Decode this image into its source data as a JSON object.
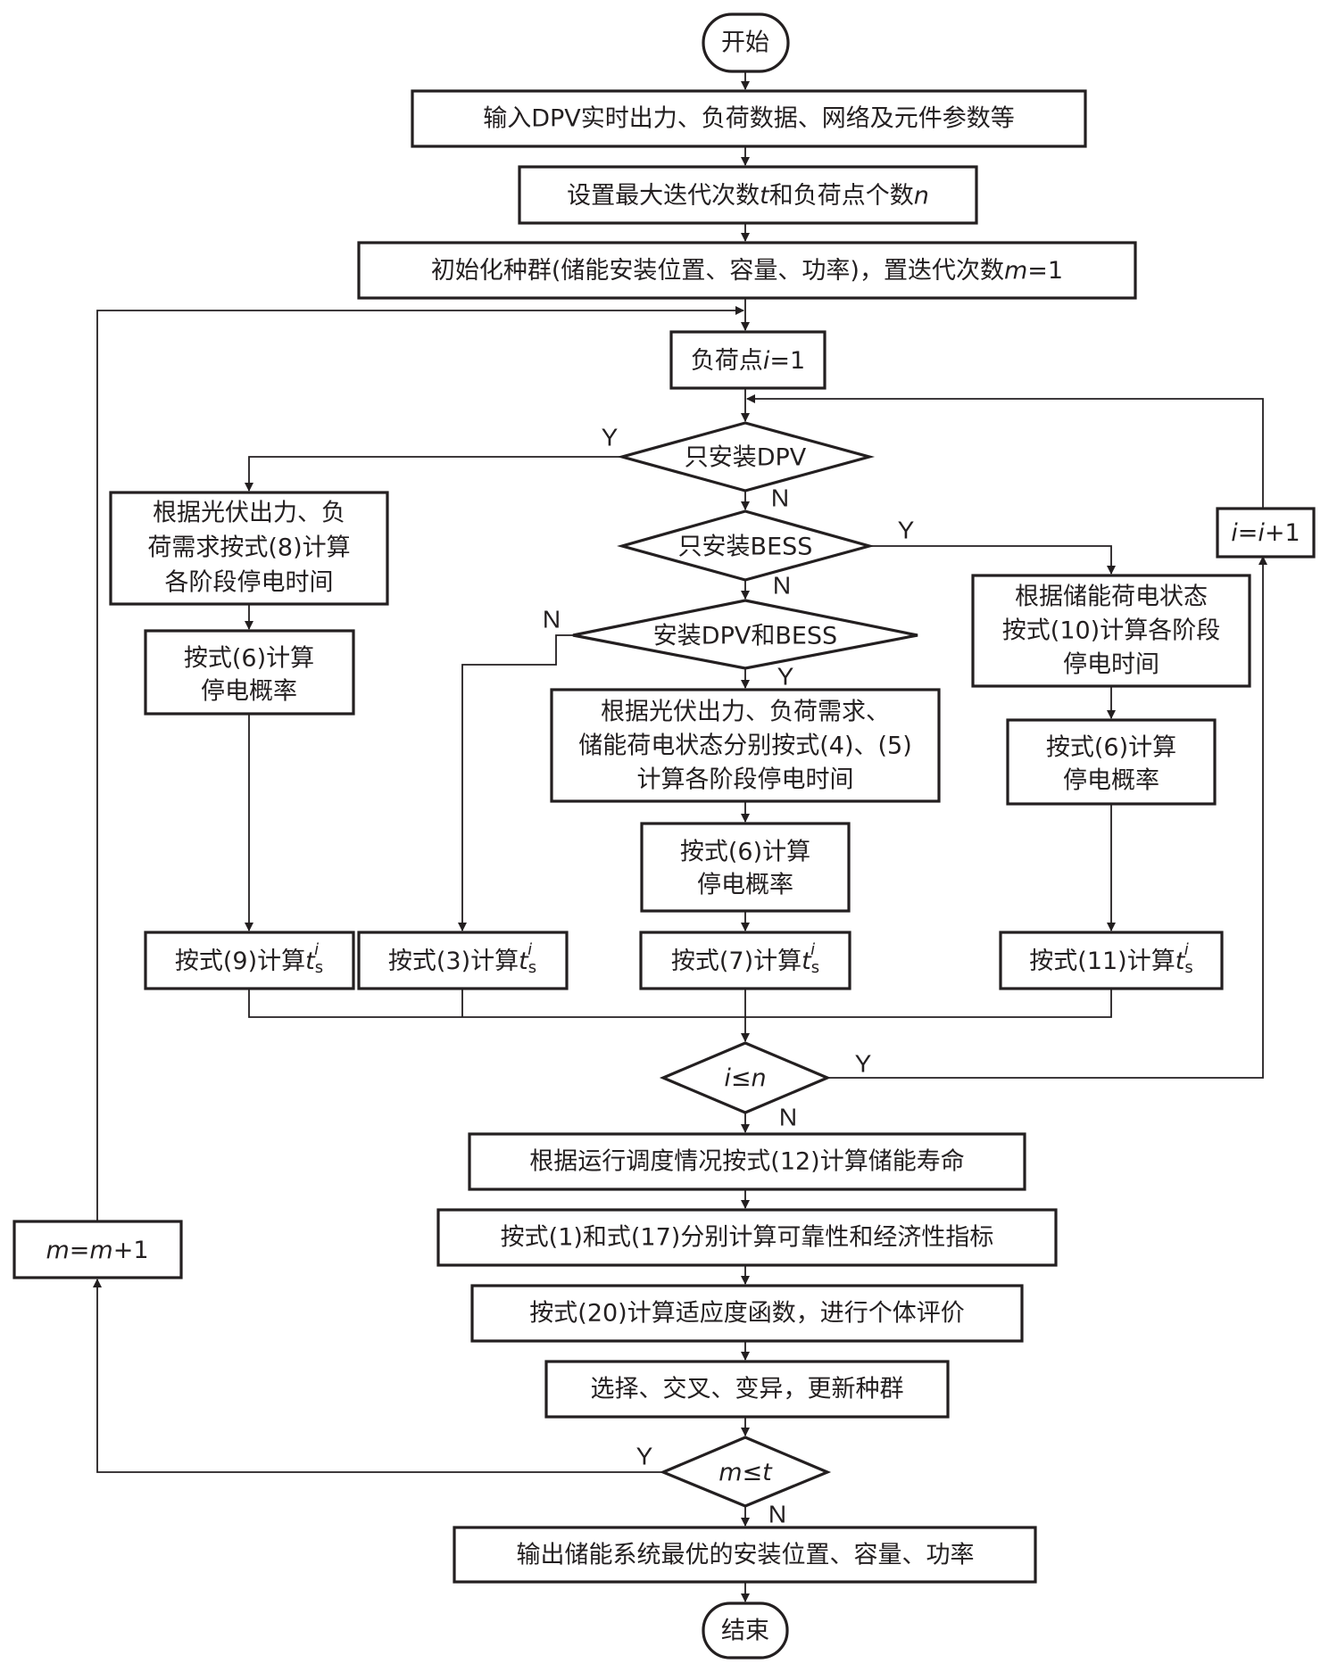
{
  "flowchart": {
    "start": "开始",
    "end": "结束",
    "input": {
      "text": "输入DPV实时出力、负荷数据、网络及元件参数等"
    },
    "set_params": {
      "pre": "设置最大迭代次数",
      "v1": "t",
      "mid": "和负荷点个数",
      "v2": "n"
    },
    "init_pop": {
      "pre": "初始化种群(储能安装位置、容量、功率)，置迭代次数",
      "var": "m",
      "post": "=1"
    },
    "load_point": {
      "pre": "负荷点",
      "var": "i",
      "post": "=1"
    },
    "increment_i": {
      "v1": "i",
      "eq": "=",
      "v2": "i",
      "post": "+1"
    },
    "increment_m": {
      "v1": "m",
      "eq": "=",
      "v2": "m",
      "post": "+1"
    },
    "decision_dpv_only": "只安装DPV",
    "decision_bess_only": "只安装BESS",
    "decision_both": "安装DPV和BESS",
    "decision_i": {
      "v1": "i",
      "op": "≤",
      "v2": "n"
    },
    "decision_m": {
      "v1": "m",
      "op": "≤",
      "v2": "t"
    },
    "pv_branch": {
      "outage_time": [
        "根据光伏出力、负",
        "荷需求按式(8)计算",
        "各阶段停电时间"
      ],
      "probability": [
        "按式(6)计算",
        "停电概率"
      ],
      "ts": {
        "pre": "按式(9)计算",
        "var": "t",
        "sub": "s",
        "sup": "i"
      }
    },
    "none_branch": {
      "ts": {
        "pre": "按式(3)计算",
        "var": "t",
        "sub": "s",
        "sup": "i"
      }
    },
    "both_branch": {
      "outage_time": [
        "根据光伏出力、负荷需求、",
        "储能荷电状态分别按式(4)、(5)",
        "计算各阶段停电时间"
      ],
      "probability": [
        "按式(6)计算",
        "停电概率"
      ],
      "ts": {
        "pre": "按式(7)计算",
        "var": "t",
        "sub": "s",
        "sup": "i"
      }
    },
    "bess_branch": {
      "outage_time": [
        "根据储能荷电状态",
        "按式(10)计算各阶段",
        "停电时间"
      ],
      "probability": [
        "按式(6)计算",
        "停电概率"
      ],
      "ts": {
        "pre": "按式(11)计算",
        "var": "t",
        "sub": "s",
        "sup": "i"
      }
    },
    "life": "根据运行调度情况按式(12)计算储能寿命",
    "indices": "按式(1)和式(17)分别计算可靠性和经济性指标",
    "fitness": "按式(20)计算适应度函数，进行个体评价",
    "evolve": "选择、交叉、变异，更新种群",
    "output": "输出储能系统最优的安装位置、容量、功率",
    "labels": {
      "yes": "Y",
      "no": "N"
    }
  }
}
